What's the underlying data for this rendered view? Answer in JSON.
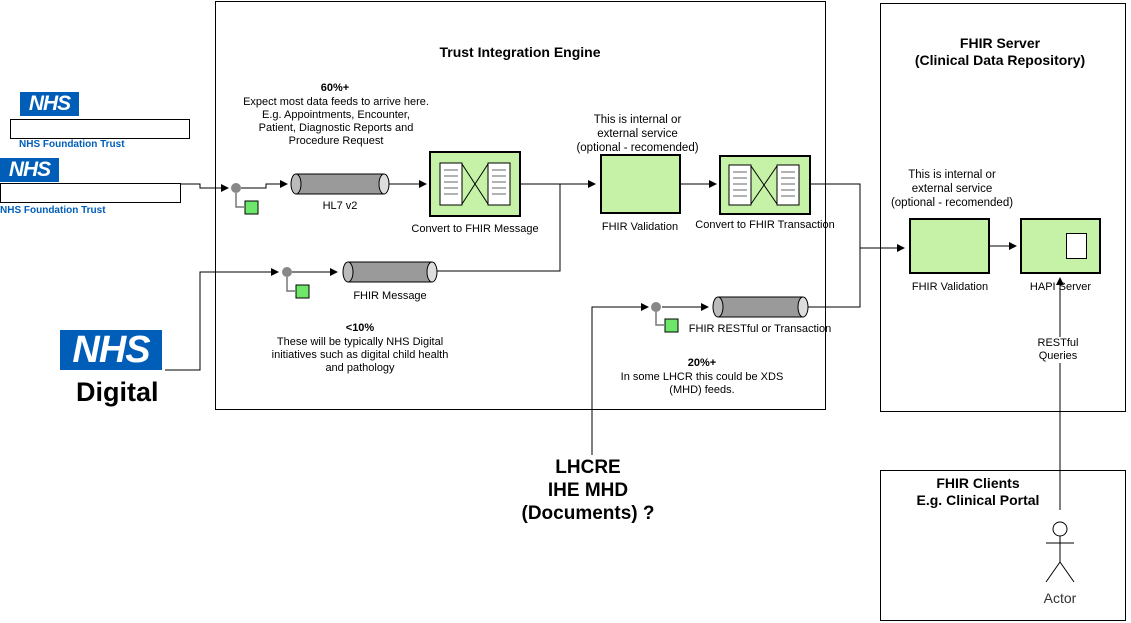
{
  "trust_engine": {
    "title": "Trust Integration Engine"
  },
  "fhir_server": {
    "title_line1": "FHIR Server",
    "title_line2": "(Clinical Data Repository)",
    "service_note": [
      "This is internal or",
      "external service",
      "(optional - recomended)"
    ],
    "validation_label": "FHIR Validation",
    "hapi_label": "HAPI Server",
    "queries_label": [
      "RESTful",
      "Queries"
    ]
  },
  "fhir_clients": {
    "title_line1": "FHIR Clients",
    "title_line2": "E.g. Clinical Portal",
    "actor_label": "Actor"
  },
  "sources": {
    "trust1_logo": "NHS",
    "trust1_label": "NHS Foundation Trust",
    "trust2_logo": "NHS",
    "trust2_label": "NHS Foundation Trust",
    "digital_logo": "NHS",
    "digital_label": "Digital"
  },
  "hl7_flow": {
    "percent": "60%+",
    "note": [
      "Expect most data feeds to arrive here.",
      "E.g. Appointments, Encounter,",
      "Patient, Diagnostic Reports and",
      "Procedure Request"
    ],
    "channel_label": "HL7 v2",
    "convert_label": "Convert to FHIR Message"
  },
  "validation_service": {
    "note": [
      "This is internal or",
      "external service",
      "(optional - recomended)"
    ],
    "label": "FHIR Validation"
  },
  "transaction_convert": {
    "label": "Convert to FHIR Transaction"
  },
  "fhir_message_flow": {
    "channel_label": "FHIR Message",
    "percent": "<10%",
    "note": [
      "These will be typically NHS Digital",
      "initiatives such as digital child health",
      "and pathology"
    ]
  },
  "restful_flow": {
    "channel_label": "FHIR RESTful or Transaction",
    "percent": "20%+",
    "note": [
      "In some LHCR this could be XDS",
      "(MHD) feeds."
    ]
  },
  "lhcre": {
    "lines": [
      "LHCRE",
      "IHE MHD",
      "(Documents) ?"
    ]
  }
}
